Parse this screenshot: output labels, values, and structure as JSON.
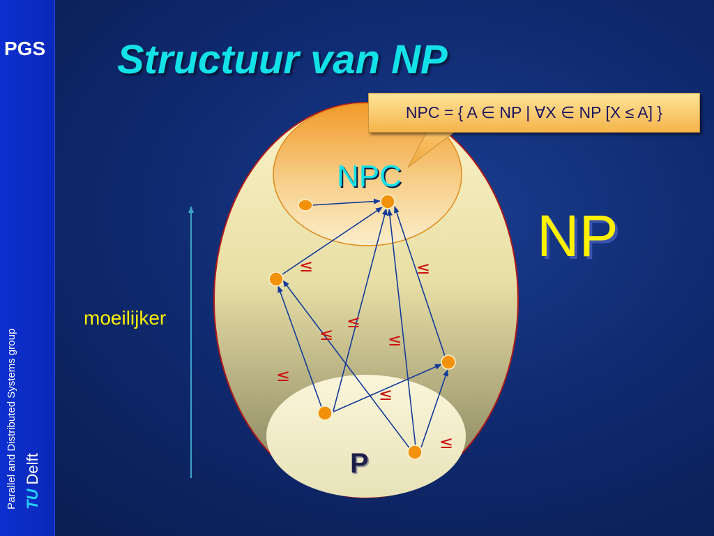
{
  "sidebar": {
    "logo": "PGS",
    "group_name": "Parallel and Distributed Systems group",
    "tu": "TU",
    "delft": "Delft"
  },
  "slide": {
    "title": "Structuur van NP",
    "callout": "NPC = { A ∈ NP | ∀X ∈ NP [X ≤ A] }",
    "npc_label": "NPC",
    "np_label": "NP",
    "p_label": "P",
    "axis_label": "moeilijker",
    "reduction_symbol": "≤"
  },
  "colors": {
    "background": "#0f2a70",
    "sidebar": "#0d2fd0",
    "title": "#13e1e8",
    "np_label": "#fff200",
    "node": "#f2920a",
    "arrow": "#123a9a",
    "reduction": "#cc1010"
  }
}
